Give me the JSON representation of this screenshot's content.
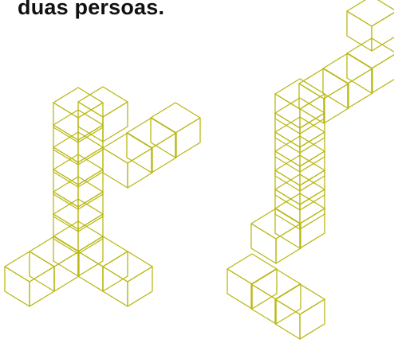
{
  "heading": {
    "text": "duas persoas."
  },
  "colors": {
    "stroke": "#b9b815",
    "background": "#ffffff",
    "text": "#111111"
  },
  "figures": [
    {
      "name": "cube-figure-left"
    },
    {
      "name": "cube-figure-right"
    }
  ]
}
